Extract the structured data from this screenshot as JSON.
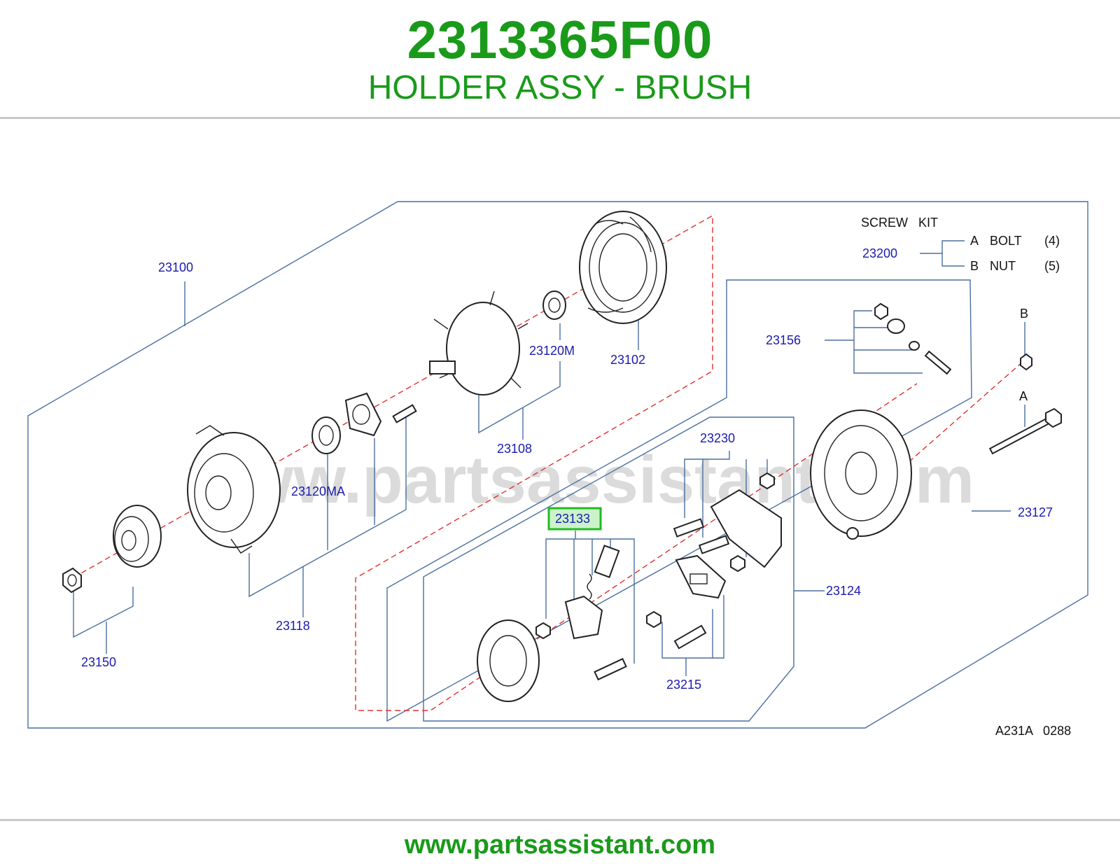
{
  "header": {
    "part_number": "2313365F00",
    "description": "HOLDER ASSY - BRUSH"
  },
  "screw_kit": {
    "title": "SCREW   KIT",
    "part": "23200",
    "items": [
      {
        "letter": "A",
        "name": "BOLT",
        "qty": "(4)"
      },
      {
        "letter": "B",
        "name": "NUT",
        "qty": "(5)"
      }
    ]
  },
  "callouts": {
    "c23100": "23100",
    "c23102": "23102",
    "c23120M": "23120M",
    "c23108": "23108",
    "c23120MA": "23120MA",
    "c23118": "23118",
    "c23150": "23150",
    "c23156": "23156",
    "c23230": "23230",
    "c23133": "23133",
    "c23124": "23124",
    "c23127": "23127",
    "c23215": "23215",
    "marker_A": "A",
    "marker_B": "B"
  },
  "highlight_color": "#22bb22",
  "diagram_code": "A231A   0288",
  "watermark": "www.partsassistant.com",
  "footer": "www.partsassistant.com"
}
